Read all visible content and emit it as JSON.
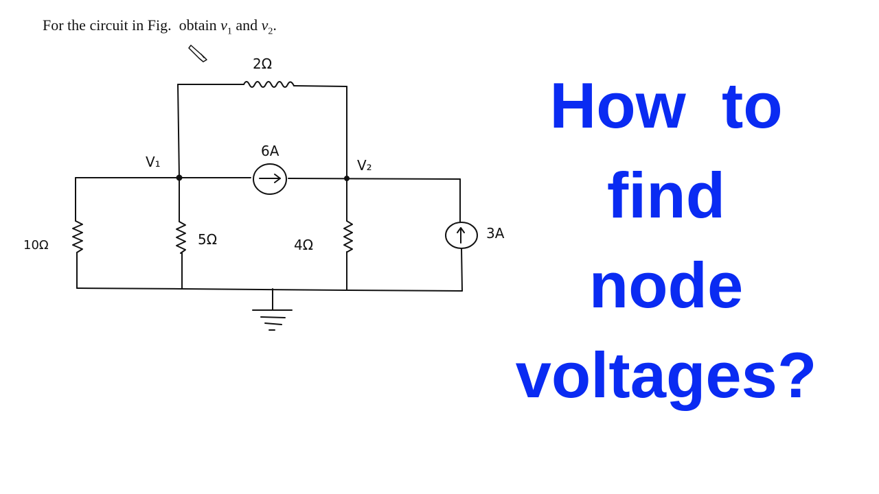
{
  "problem": {
    "prefix": "For the circuit in Fig.  obtain ",
    "var1": "v",
    "var1_sub": "1",
    "middle": " and ",
    "var2": "v",
    "var2_sub": "2",
    "suffix": "."
  },
  "circuit": {
    "resistor_top": "2Ω",
    "source_middle": "6A",
    "node1": "V₁",
    "node2": "V₂",
    "resistor_left": "10Ω",
    "resistor_mid_left": "5Ω",
    "resistor_mid_right": "4Ω",
    "source_right": "3A"
  },
  "headline": {
    "lines": [
      "How  to",
      "find",
      "node",
      "voltages?"
    ],
    "color": "#0a2bf2"
  }
}
